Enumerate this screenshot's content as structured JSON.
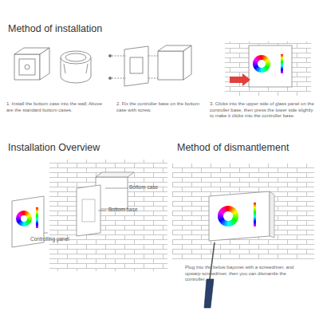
{
  "diagram": {
    "labels": [
      "Method of installation",
      "1. Install the bottom case into the wall; Above are the standard bottom cases.",
      "2. Fix the controller base on the bottom case with screw.",
      "3. Clicks into the upper side of glass panel on the controller base, then press the lower side slightly to make it clicks into the controller base.",
      "Installation Overview",
      "Bottom case",
      "Bottom base",
      "Controlling panel",
      "Method of dismantlement",
      "Plug into the below bayonet with a screwdriver, and upwarp screwdriver, then you can dismantle the controller."
    ]
  }
}
